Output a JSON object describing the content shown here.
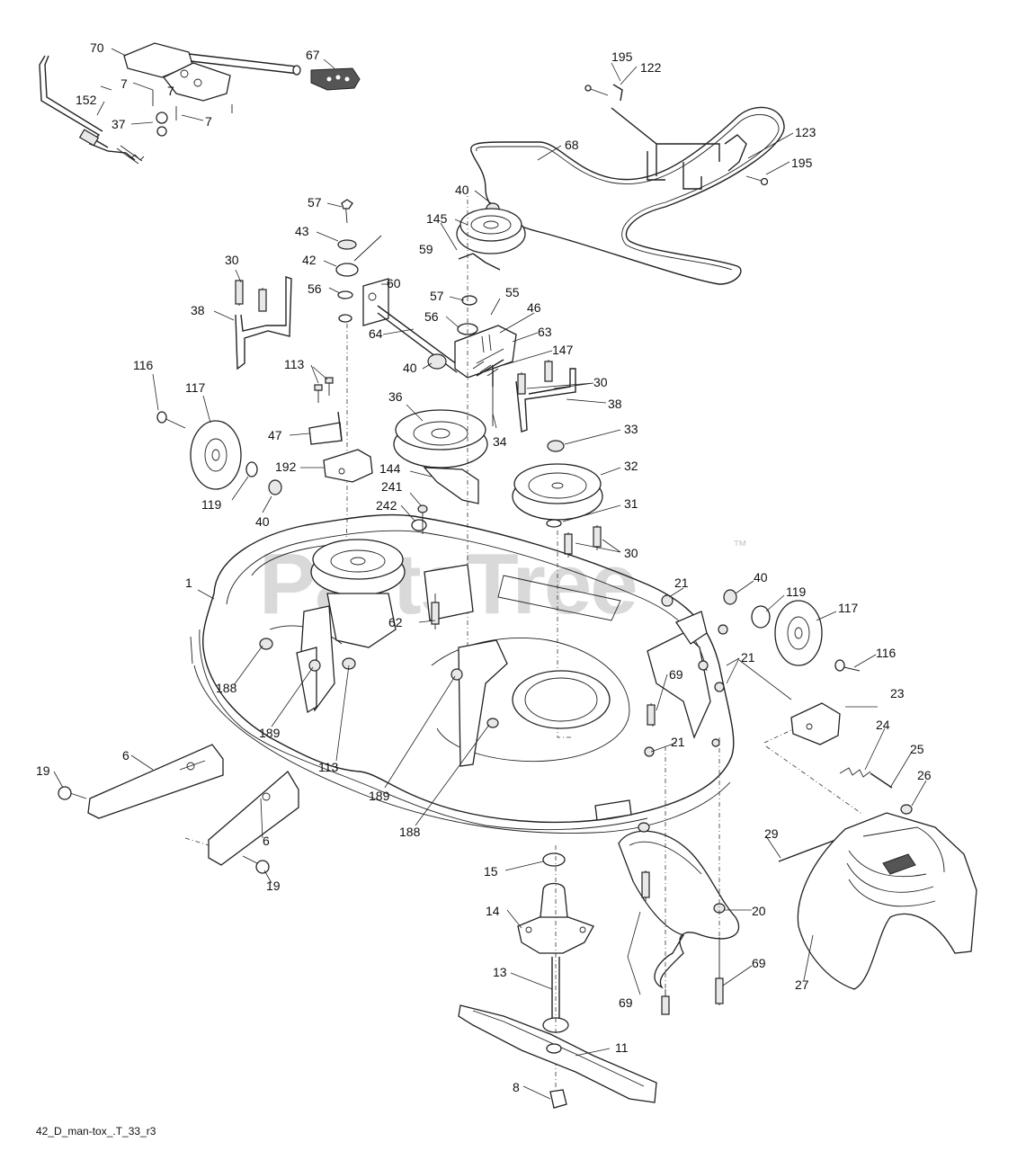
{
  "watermark": {
    "text": "PartsTree",
    "trademark": "™"
  },
  "drawing_code": "42_D_man-tox_.T_33_r3",
  "part_labels": [
    "70",
    "67",
    "7",
    "7",
    "152",
    "37",
    "7",
    "195",
    "122",
    "68",
    "123",
    "195",
    "40",
    "145",
    "59",
    "57",
    "43",
    "42",
    "60",
    "56",
    "30",
    "38",
    "64",
    "57",
    "55",
    "56",
    "46",
    "63",
    "147",
    "40",
    "30",
    "38",
    "113",
    "116",
    "117",
    "47",
    "36",
    "34",
    "33",
    "192",
    "144",
    "32",
    "241",
    "31",
    "242",
    "119",
    "40",
    "30",
    "1",
    "21",
    "40",
    "119",
    "117",
    "62",
    "116",
    "21",
    "69",
    "188",
    "189",
    "113",
    "23",
    "24",
    "21",
    "25",
    "26",
    "19",
    "6",
    "189",
    "188",
    "6",
    "19",
    "15",
    "29",
    "20",
    "14",
    "27",
    "13",
    "69",
    "69",
    "11",
    "8"
  ]
}
